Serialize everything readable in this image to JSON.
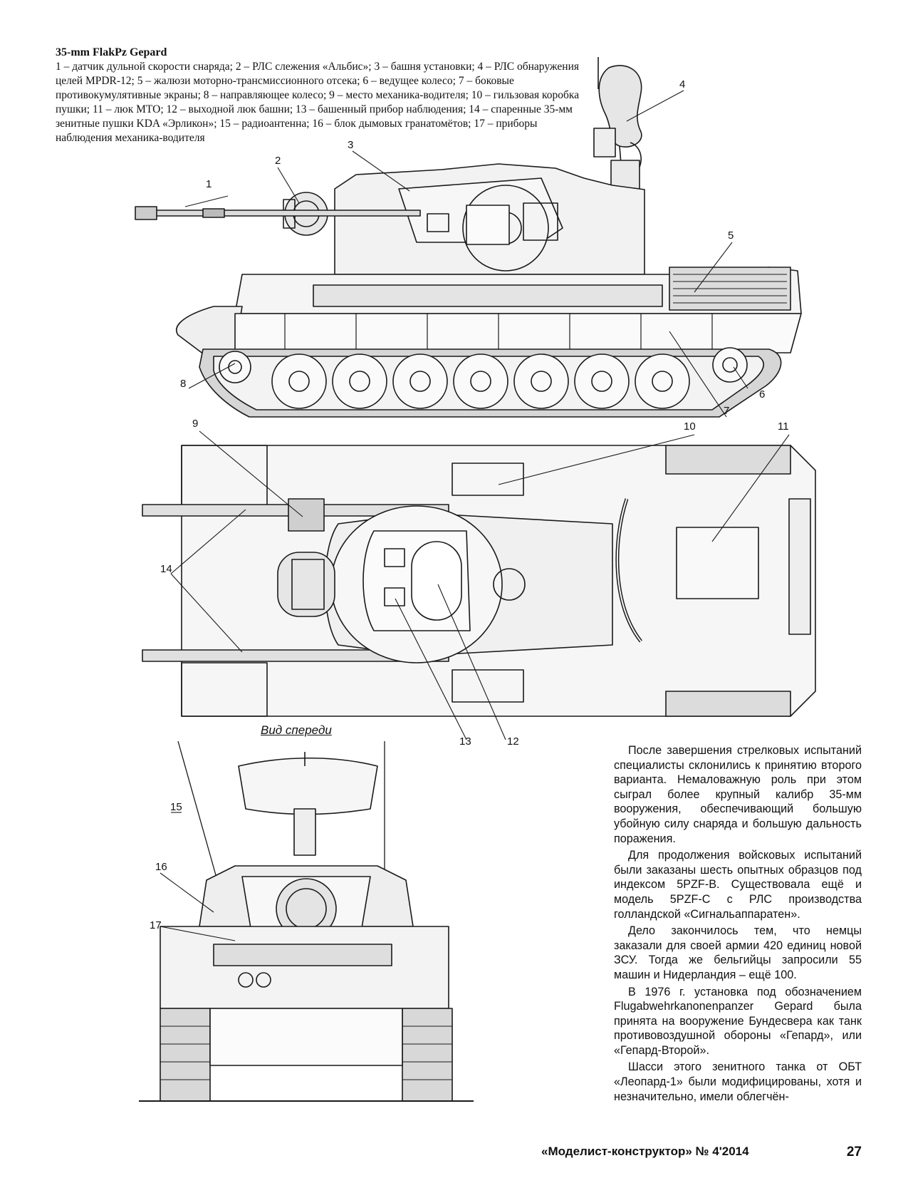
{
  "caption": {
    "title": "35-mm FlakPz Gepard",
    "text": "1 – датчик дульной скорости снаряда; 2 – РЛС слежения «Альбис»; 3 – башня установки; 4 – РЛС обнаружения целей MPDR-12; 5 – жалюзи моторно-трансмиссионного отсека; 6 – ведущее колесо; 7 – боковые противокумулятивные экраны; 8 – направляющее колесо; 9 – место механика-водителя; 10 – гильзовая коробка пушки; 11 – люк МТО; 12 – выходной люк башни; 13 – башенный прибор наблюдения; 14 – спаренные 35-мм зенитные пушки KDA «Эрликон»; 15 – радиоантенна; 16 – блок дымовых гранатомётов; 17 – приборы наблюдения механика-водителя"
  },
  "callouts": {
    "c1": "1",
    "c2": "2",
    "c3": "3",
    "c4": "4",
    "c5": "5",
    "c6": "6",
    "c7": "7",
    "c8": "8",
    "c9": "9",
    "c10": "10",
    "c11": "11",
    "c12": "12",
    "c13": "13",
    "c14": "14",
    "c15": "15",
    "c16": "16",
    "c17": "17"
  },
  "front_view_label": "Вид спереди",
  "article": [
    "После завершения стрелковых испытаний специалисты склонились к принятию второго варианта. Немаловажную роль при этом сыграл более крупный калибр 35-мм вооружения, обеспечивающий большую убойную силу снаряда и большую дальность поражения.",
    "Для продолжения войсковых испытаний были заказаны шесть опытных образцов под индексом 5PZF-B. Существовала ещё и модель 5PZF-C с РЛС производства голландской «Сигнальаппаратен».",
    "Дело закончилось тем, что немцы заказали для своей армии 420 единиц новой ЗСУ. Тогда же бельгийцы запросили 55 машин и Нидерландия – ещё 100.",
    "В 1976 г. установка под обозначением Flugabwehrkanonenpanzer Gepard была принята на вооружение Бундесвера как танк противовоздушной обороны «Гепард», или «Гепард-Второй».",
    "Шасси этого зенитного танка от ОБТ «Леопард-1» были модифицированы, хотя и незначительно, имели облегчён-"
  ],
  "footer": {
    "magazine": "«Моделист-конструктор» № 4'2014",
    "page": "27"
  }
}
